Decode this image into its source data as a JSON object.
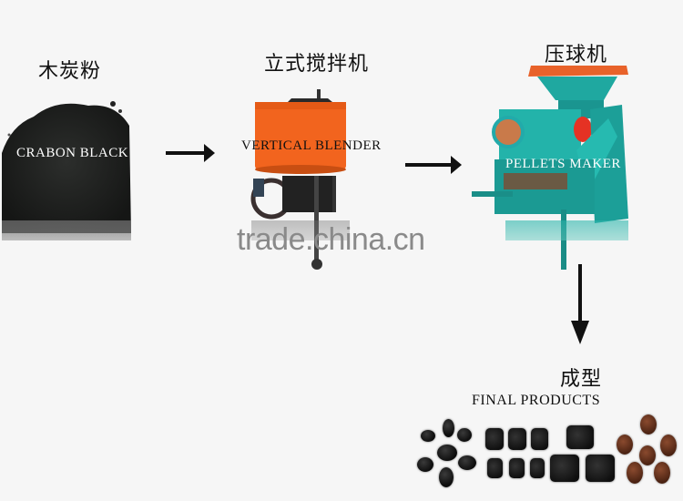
{
  "steps": [
    {
      "cn": "木炭粉",
      "en": "CRABON BLACK"
    },
    {
      "cn": "立式搅拌机",
      "en": "VERTICAL BLENDER"
    },
    {
      "cn": "压球机",
      "en": "PELLETS MAKER"
    },
    {
      "cn": "成型",
      "en": "FINAL PRODUCTS"
    }
  ],
  "watermark": "trade.china.cn",
  "colors": {
    "mixer_orange": "#f2641e",
    "press_teal": "#1fa8a0",
    "hopper_orange": "#e8622a",
    "coal_black": "#1a1a1a",
    "ball_brown": "#6a3420"
  },
  "icons": [
    "arrow-right",
    "arrow-right",
    "arrow-down"
  ]
}
